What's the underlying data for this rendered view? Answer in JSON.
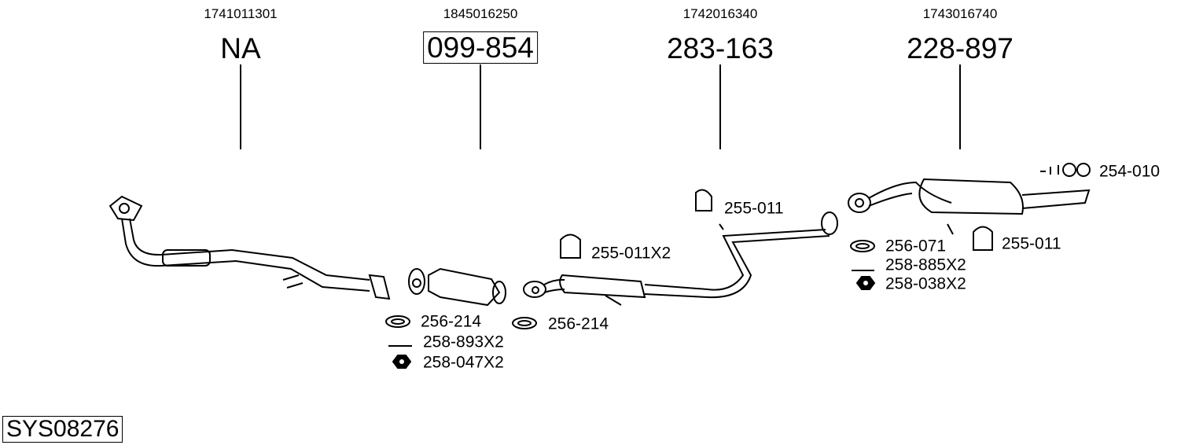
{
  "columns": [
    {
      "part_number": "1741011301",
      "code": "NA",
      "boxed": false
    },
    {
      "part_number": "1845016250",
      "code": "099-854",
      "boxed": true
    },
    {
      "part_number": "1742016340",
      "code": "283-163",
      "boxed": false
    },
    {
      "part_number": "1743016740",
      "code": "228-897",
      "boxed": false
    }
  ],
  "accessories": {
    "rear_mount_kit": "254-010",
    "hanger_mid": "255-011",
    "hanger_front_x2": "255-011X2",
    "gasket_rear": "256-071",
    "bolt_rear": "258-885X2",
    "nut_rear": "258-038X2",
    "hanger_rear": "255-011",
    "gasket_cat_front": "256-214",
    "bolt_cat": "258-893X2",
    "nut_cat": "258-047X2",
    "gasket_cat_rear": "256-214"
  },
  "system_code": "SYS08276"
}
